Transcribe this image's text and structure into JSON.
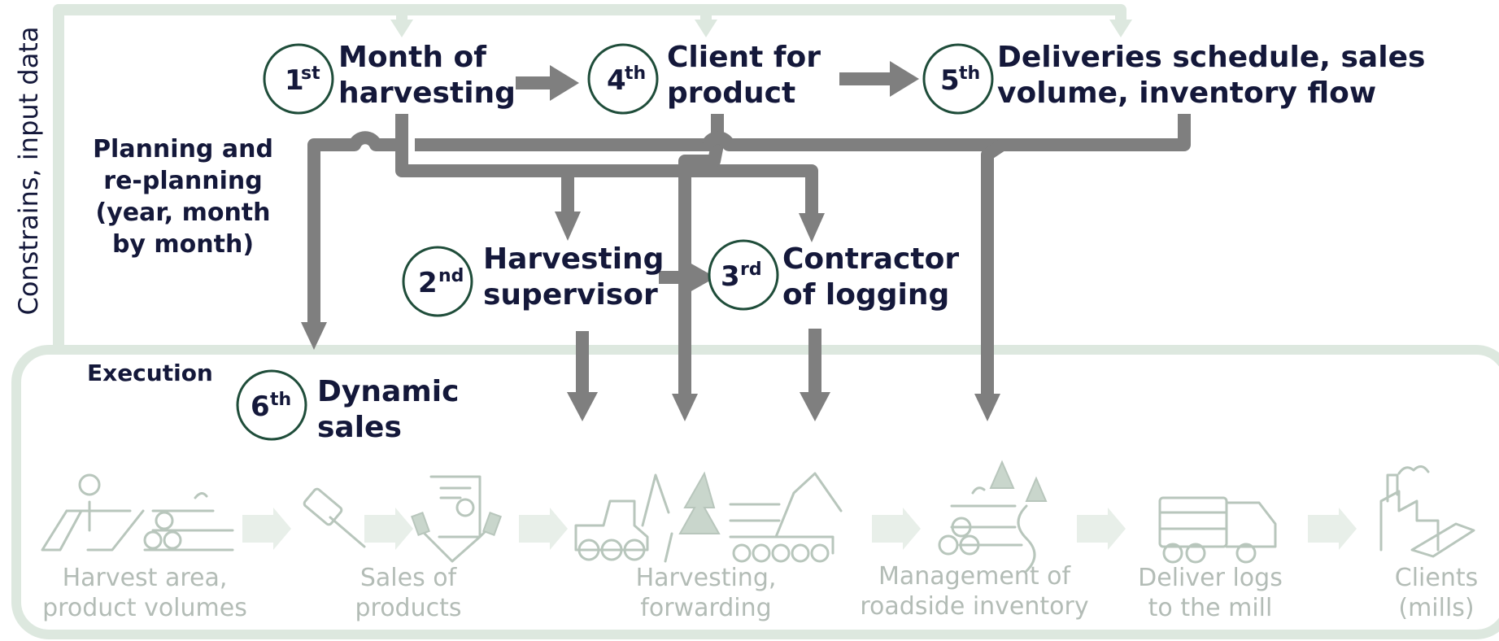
{
  "side_label": "Constrains, input data",
  "sections": {
    "planning": [
      "Planning and",
      "re-planning",
      "(year, month",
      "by month)"
    ],
    "execution": "Execution"
  },
  "steps": [
    {
      "ordinal": "1",
      "suffix": "st",
      "lines": [
        "Month of",
        "harvesting"
      ]
    },
    {
      "ordinal": "4",
      "suffix": "th",
      "lines": [
        "Client for",
        "product"
      ]
    },
    {
      "ordinal": "5",
      "suffix": "th",
      "lines": [
        "Deliveries schedule, sales",
        "volume, inventory flow"
      ]
    },
    {
      "ordinal": "2",
      "suffix": "nd",
      "lines": [
        "Harvesting",
        "supervisor"
      ]
    },
    {
      "ordinal": "3",
      "suffix": "rd",
      "lines": [
        "Contractor",
        "of logging"
      ]
    },
    {
      "ordinal": "6",
      "suffix": "th",
      "lines": [
        "Dynamic",
        "sales"
      ]
    }
  ],
  "process": [
    {
      "icon": "harvest-area-logs-icon",
      "lines": [
        "Harvest area,",
        "product volumes"
      ]
    },
    {
      "icon": "auction-handshake-icon",
      "lines": [
        "Sales of",
        "products"
      ]
    },
    {
      "icon": "harvester-forwarder-icon",
      "lines": [
        "Harvesting,",
        "forwarding"
      ]
    },
    {
      "icon": "roadside-logs-icon",
      "lines": [
        "Management of",
        "roadside inventory"
      ]
    },
    {
      "icon": "log-truck-icon",
      "lines": [
        "Deliver logs",
        "to the mill"
      ]
    },
    {
      "icon": "factory-icon",
      "lines": [
        "Clients",
        "(mills)"
      ]
    }
  ],
  "colors": {
    "arrow_gray": "#7f7f7f",
    "frame_green": "#dde8df",
    "text_dark": "#14183a",
    "circle_stroke": "#1f4d3a",
    "muted_text": "#b3bcb6"
  }
}
